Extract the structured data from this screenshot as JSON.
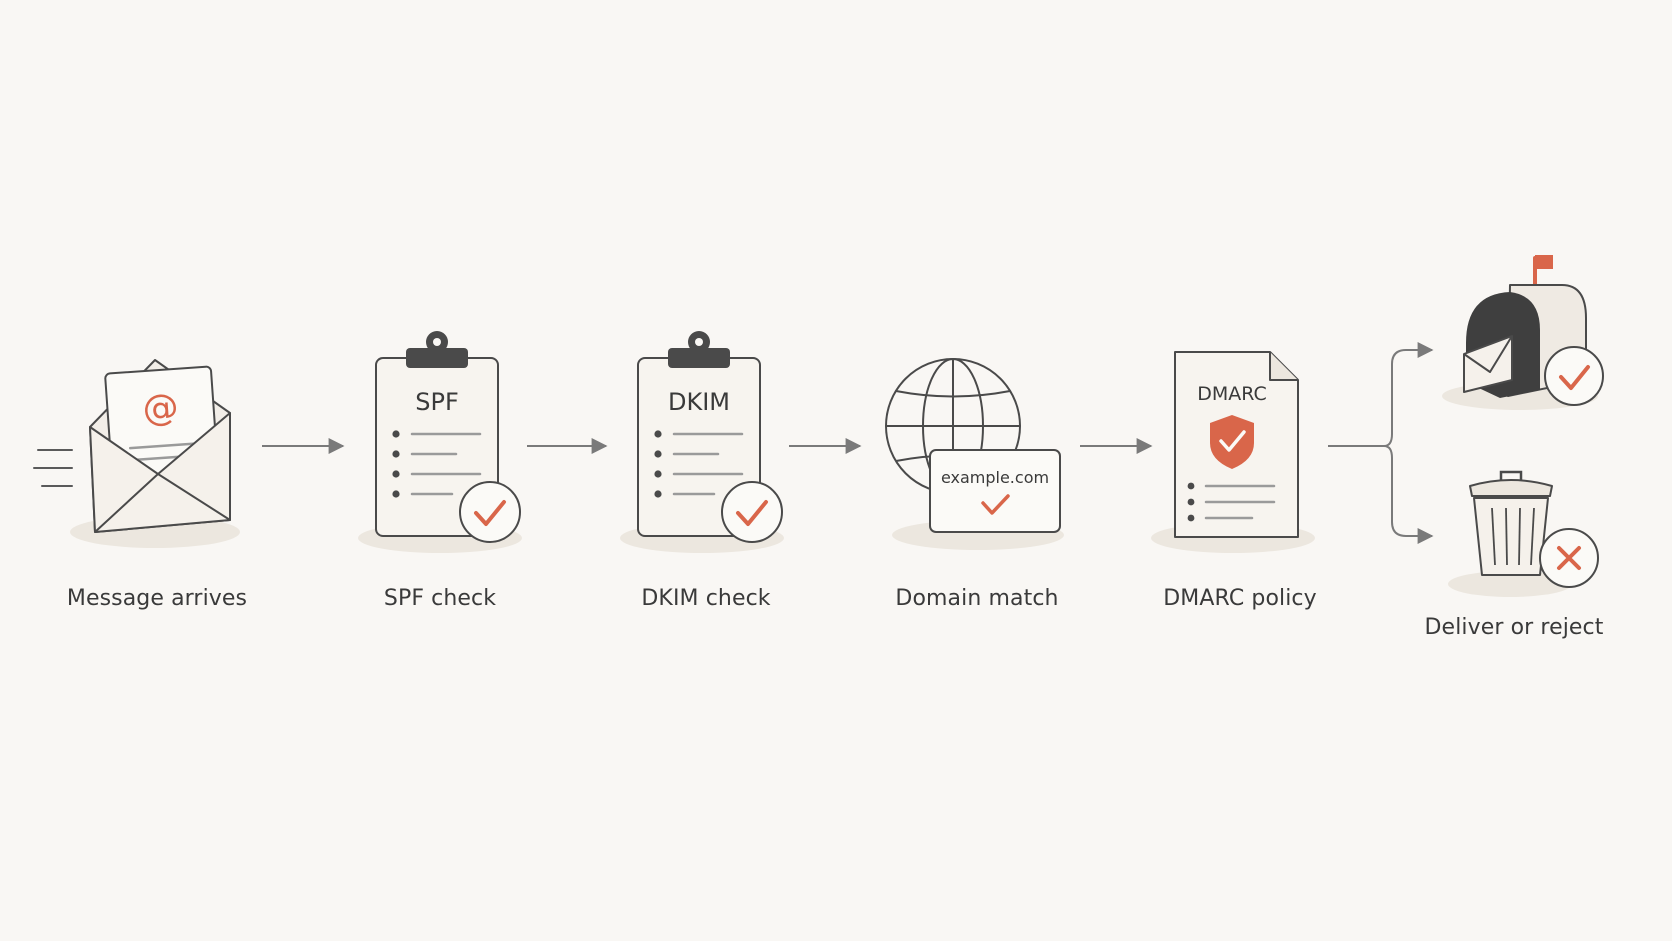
{
  "steps": [
    {
      "id": "arrive",
      "label": "Message arrives",
      "icon": "envelope-icon",
      "symbol": "@"
    },
    {
      "id": "spf",
      "label": "SPF check",
      "icon": "clipboard-icon",
      "doc_title": "SPF",
      "status": "pass"
    },
    {
      "id": "dkim",
      "label": "DKIM check",
      "icon": "clipboard-icon",
      "doc_title": "DKIM",
      "status": "pass"
    },
    {
      "id": "domain",
      "label": "Domain match",
      "icon": "globe-icon",
      "domain": "example.com",
      "status": "pass"
    },
    {
      "id": "dmarc",
      "label": "DMARC policy",
      "icon": "document-shield-icon",
      "doc_title": "DMARC"
    },
    {
      "id": "outcome",
      "label": "Deliver or reject",
      "icons": [
        "mailbox-icon",
        "trash-icon"
      ],
      "outcomes": [
        "deliver",
        "reject"
      ]
    }
  ],
  "colors": {
    "background": "#f9f7f4",
    "stroke": "#4a4a4a",
    "accent": "#d9664a",
    "paper": "#f7f4ef",
    "shadow": "#ece7df",
    "arrow": "#7a7a7a"
  }
}
